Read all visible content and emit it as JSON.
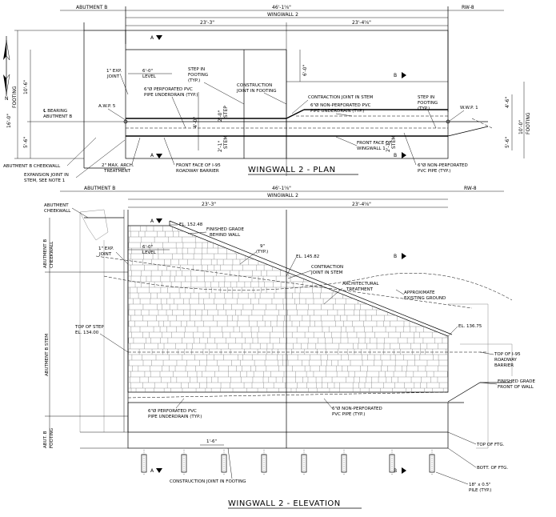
{
  "plan": {
    "title": "WINGWALL 2 - PLAN",
    "abutment_b": "ABUTMENT B",
    "rw8": "RW-8",
    "overall_dim": "46'-1⅝\"",
    "wingwall_label": "WINGWALL 2",
    "dim_left": "23'-3\"",
    "dim_right": "23'-4⅝\"",
    "dim_footing_total": "16'-0\"",
    "dim_footing_word": "FOOTING",
    "dim_10_6": "10'-6\"",
    "dim_5_6": "5'-6\"",
    "dim_4_0": "4'-0\"",
    "dim_2_0": "2'-0\"",
    "step_word": "STEP",
    "dim_2_1": "2'-1\"",
    "stem_word": "STEM",
    "dim_6_0_vert": "6'-0\"",
    "dim_4_6": "4'-6\"",
    "dim_10_0": "10'-0\"",
    "dim_r_5_6": "5'-6\"",
    "footing_right": "FOOTING",
    "exp_joint_1": "1\" EXP.",
    "exp_joint_2": "JOINT",
    "level_dim": "6'-0\"",
    "level_word": "LEVEL",
    "step_footing_1": "STEP IN",
    "step_footing_2": "FOOTING",
    "step_footing_3": "(TYP.)",
    "construction_joint_1": "CONSTRUCTION",
    "construction_joint_2": "JOINT IN FOOTING",
    "perf_pvc_1": "6\"Ø PERFORATED PVC",
    "perf_pvc_2": "PIPE UNDERDRAIN (TYP.)",
    "contraction_joint": "CONTRACTION JOINT IN STEM",
    "nonperf_pvc_1": "6\"Ø NON-PERFORATED PVC",
    "nonperf_pvc_2": "PIPE UNDERDRAIN (TYP.)",
    "step_footing_r1": "STEP IN",
    "step_footing_r2": "FOOTING",
    "step_footing_r3": "(TYP.)",
    "bearing_1": "℄ BEARING",
    "bearing_2": "ABUTMENT B",
    "awp": "A.W.P. 5",
    "wwp": "W.W.P. 1",
    "cheekwall": "ABUTMENT B CHEEKWALL",
    "exp_stem_1": "EXPANSION JOINT IN",
    "exp_stem_2": "STEM, SEE NOTE 1",
    "max_arch_1": "2\" MAX. ARCH.",
    "max_arch_2": "TREATMENT",
    "front_barrier_1": "FRONT FACE OF I-95",
    "front_barrier_2": "ROADWAY BARRIER",
    "front_wingwall_1": "FRONT FACE OF",
    "front_wingwall_2": "WINGWALL 1",
    "nonperf_pipe_1": "6\"Ø NON-PERFORATED",
    "nonperf_pipe_2": "PVC PIPE (TYP.)",
    "sec_a": "A",
    "sec_b": "B",
    "north": "N"
  },
  "elevation": {
    "title": "WINGWALL 2 - ELEVATION",
    "abutment_b": "ABUTMENT B",
    "rw8": "RW-8",
    "overall_dim": "46'-1⅝\"",
    "wingwall_label": "WINGWALL 2",
    "dim_left": "23'-3\"",
    "dim_right": "23'-4⅝\"",
    "cheekwall_1": "ABUTMENT",
    "cheekwall_2": "CHEEKWALL",
    "el_top": "EL. 152.48",
    "finished_grade_1": "FINISHED GRADE",
    "finished_grade_2": "BEHIND WALL",
    "slope_top": "9\"",
    "slope_typ": "(TYP.)",
    "el_mid": "EL. 145.82",
    "contraction_1": "CONTRACTION",
    "contraction_2": "JOINT IN STEM",
    "arch_1": "ARCHITECTURAL",
    "arch_2": "TREATMENT",
    "approx_ground_1": "APPROXIMATE",
    "approx_ground_2": "EXISTING GROUND",
    "exp_joint_1": "1\" EXP.",
    "exp_joint_2": "JOINT",
    "level_dim": "6'-0\"",
    "level_word": "LEVEL",
    "el_right": "EL. 136.75",
    "top_step_1": "TOP OF STEP",
    "top_step_2": "EL. 134.00",
    "top_i95_1": "TOP OF I-95",
    "top_i95_2": "ROADWAY",
    "top_i95_3": "BARRIER",
    "finished_front_1": "FINISHED GRADE",
    "finished_front_2": "FRONT OF WALL",
    "perf_1": "6\"Ø PERFORATED PVC",
    "perf_2": "PIPE UNDERDRAIN (TYP.)",
    "nonperf_1": "6\"Ø NON-PERFORATED",
    "nonperf_2": "PVC PIPE (TYP.)",
    "step_dim": "1'-6\"",
    "top_ftg": "TOP OF FTG.",
    "bott_ftg": "BOTT. OF FTG.",
    "pile_1": "18\" x 0.5\"",
    "pile_2": "PILE (TYP.)",
    "cj_footing": "CONSTRUCTION JOINT IN FOOTING",
    "side_cheekwall_1": "ABUTMENT B",
    "side_cheekwall_2": "CHEEKWALL",
    "side_stem": "ABUTMENT B STEM",
    "side_footing_1": "ABUT. B",
    "side_footing_2": "FOOTING",
    "sec_a": "A",
    "sec_b": "B"
  }
}
